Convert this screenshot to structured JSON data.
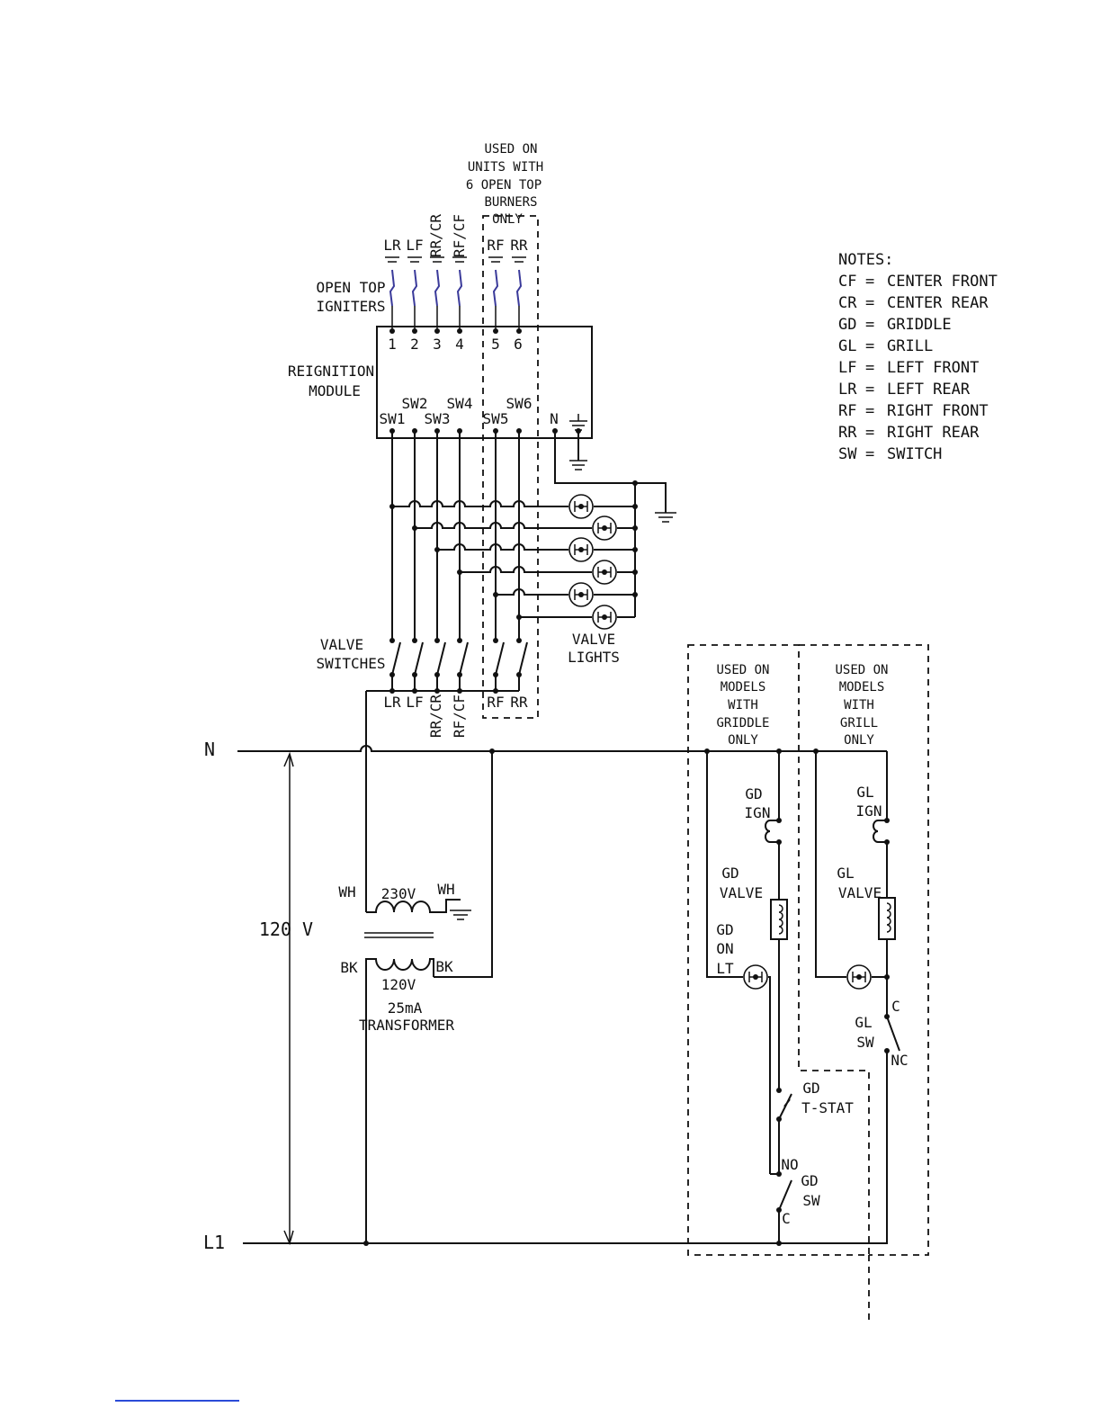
{
  "colors": {
    "wire": "#111111",
    "igniter": "#3a3a9a",
    "link": "#2b4bd8"
  },
  "optional_burners_note": [
    "USED ON",
    "UNITS WITH",
    "6 OPEN TOP",
    "BURNERS",
    "ONLY"
  ],
  "igniter_labels": [
    "LR",
    "LF",
    "RR/CR",
    "RF/CF",
    "RF",
    "RR"
  ],
  "open_top_igniters": [
    "OPEN TOP",
    "IGNITERS"
  ],
  "module": {
    "name": [
      "REIGNITION",
      "MODULE"
    ],
    "igniter_terminals": [
      "1",
      "2",
      "3",
      "4",
      "5",
      "6"
    ],
    "switch_terminals": [
      "SW1",
      "SW2",
      "SW3",
      "SW4",
      "SW5",
      "SW6"
    ],
    "neutral": "N"
  },
  "valve_lights": [
    "VALVE",
    "LIGHTS"
  ],
  "valve_switches": {
    "title": [
      "VALVE",
      "SWITCHES"
    ],
    "labels": [
      "LR",
      "LF",
      "RR/CR",
      "RF/CF",
      "RF",
      "RR"
    ]
  },
  "power": {
    "neutral": "N",
    "line": "L1",
    "voltage": "120 V"
  },
  "transformer": {
    "primary": "230V",
    "secondary": "120V",
    "wh_left": "WH",
    "wh_right": "WH",
    "bk_left": "BK",
    "bk_right": "BK",
    "name": [
      "25mA",
      "TRANSFORMER"
    ]
  },
  "griddle": {
    "note": [
      "USED ON",
      "MODELS",
      "WITH",
      "GRIDDLE",
      "ONLY"
    ],
    "ign": [
      "GD",
      "IGN"
    ],
    "valve": [
      "GD",
      "VALVE"
    ],
    "on_light": [
      "GD",
      "ON",
      "LT"
    ],
    "tstat": [
      "GD",
      "T-STAT"
    ],
    "sw": [
      "GD",
      "SW"
    ],
    "no": "NO",
    "c": "C"
  },
  "grill": {
    "note": [
      "USED ON",
      "MODELS",
      "WITH",
      "GRILL",
      "ONLY"
    ],
    "ign": [
      "GL",
      "IGN"
    ],
    "valve": [
      "GL",
      "VALVE"
    ],
    "sw": [
      "GL",
      "SW"
    ],
    "c": "C",
    "nc": "NC"
  },
  "notes": {
    "title": "NOTES:",
    "entries": [
      {
        "abbr": "CF",
        "eq": "=",
        "meaning": "CENTER FRONT"
      },
      {
        "abbr": "CR",
        "eq": "=",
        "meaning": "CENTER REAR"
      },
      {
        "abbr": "GD",
        "eq": "=",
        "meaning": "GRIDDLE"
      },
      {
        "abbr": "GL",
        "eq": "=",
        "meaning": "GRILL"
      },
      {
        "abbr": "LF",
        "eq": "=",
        "meaning": "LEFT FRONT"
      },
      {
        "abbr": "LR",
        "eq": "=",
        "meaning": "LEFT REAR"
      },
      {
        "abbr": "RF",
        "eq": "=",
        "meaning": "RIGHT FRONT"
      },
      {
        "abbr": "RR",
        "eq": "=",
        "meaning": "RIGHT REAR"
      },
      {
        "abbr": "SW",
        "eq": "=",
        "meaning": "SWITCH"
      }
    ]
  }
}
